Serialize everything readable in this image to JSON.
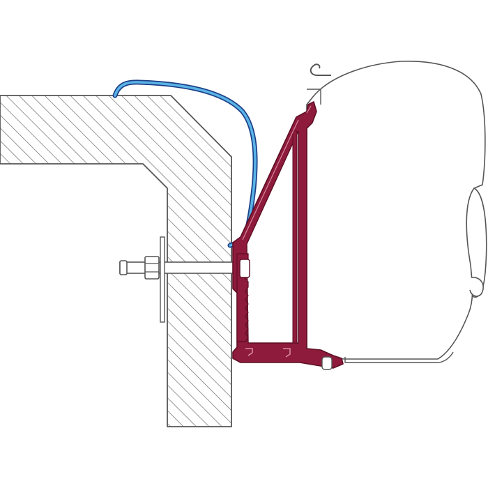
{
  "colors": {
    "background": "#ffffff",
    "outline": "#555555",
    "hatch": "#6a6a6a",
    "bracket_fill": "#8e1b3b",
    "bracket_edge": "#5e0e25",
    "bracket_highlight": "#d98aa0",
    "seal_outer": "#1c3f87",
    "seal_inner": "#5ab3e6",
    "bolt": "#555555"
  },
  "parts": [
    {
      "id": "wall",
      "icon": "hatched-wall-section"
    },
    {
      "id": "seal",
      "icon": "rain-gutter-seal"
    },
    {
      "id": "bolt",
      "icon": "mounting-bolt"
    },
    {
      "id": "bracket",
      "icon": "adapter-bracket"
    },
    {
      "id": "awning",
      "icon": "awning-cassette"
    }
  ]
}
